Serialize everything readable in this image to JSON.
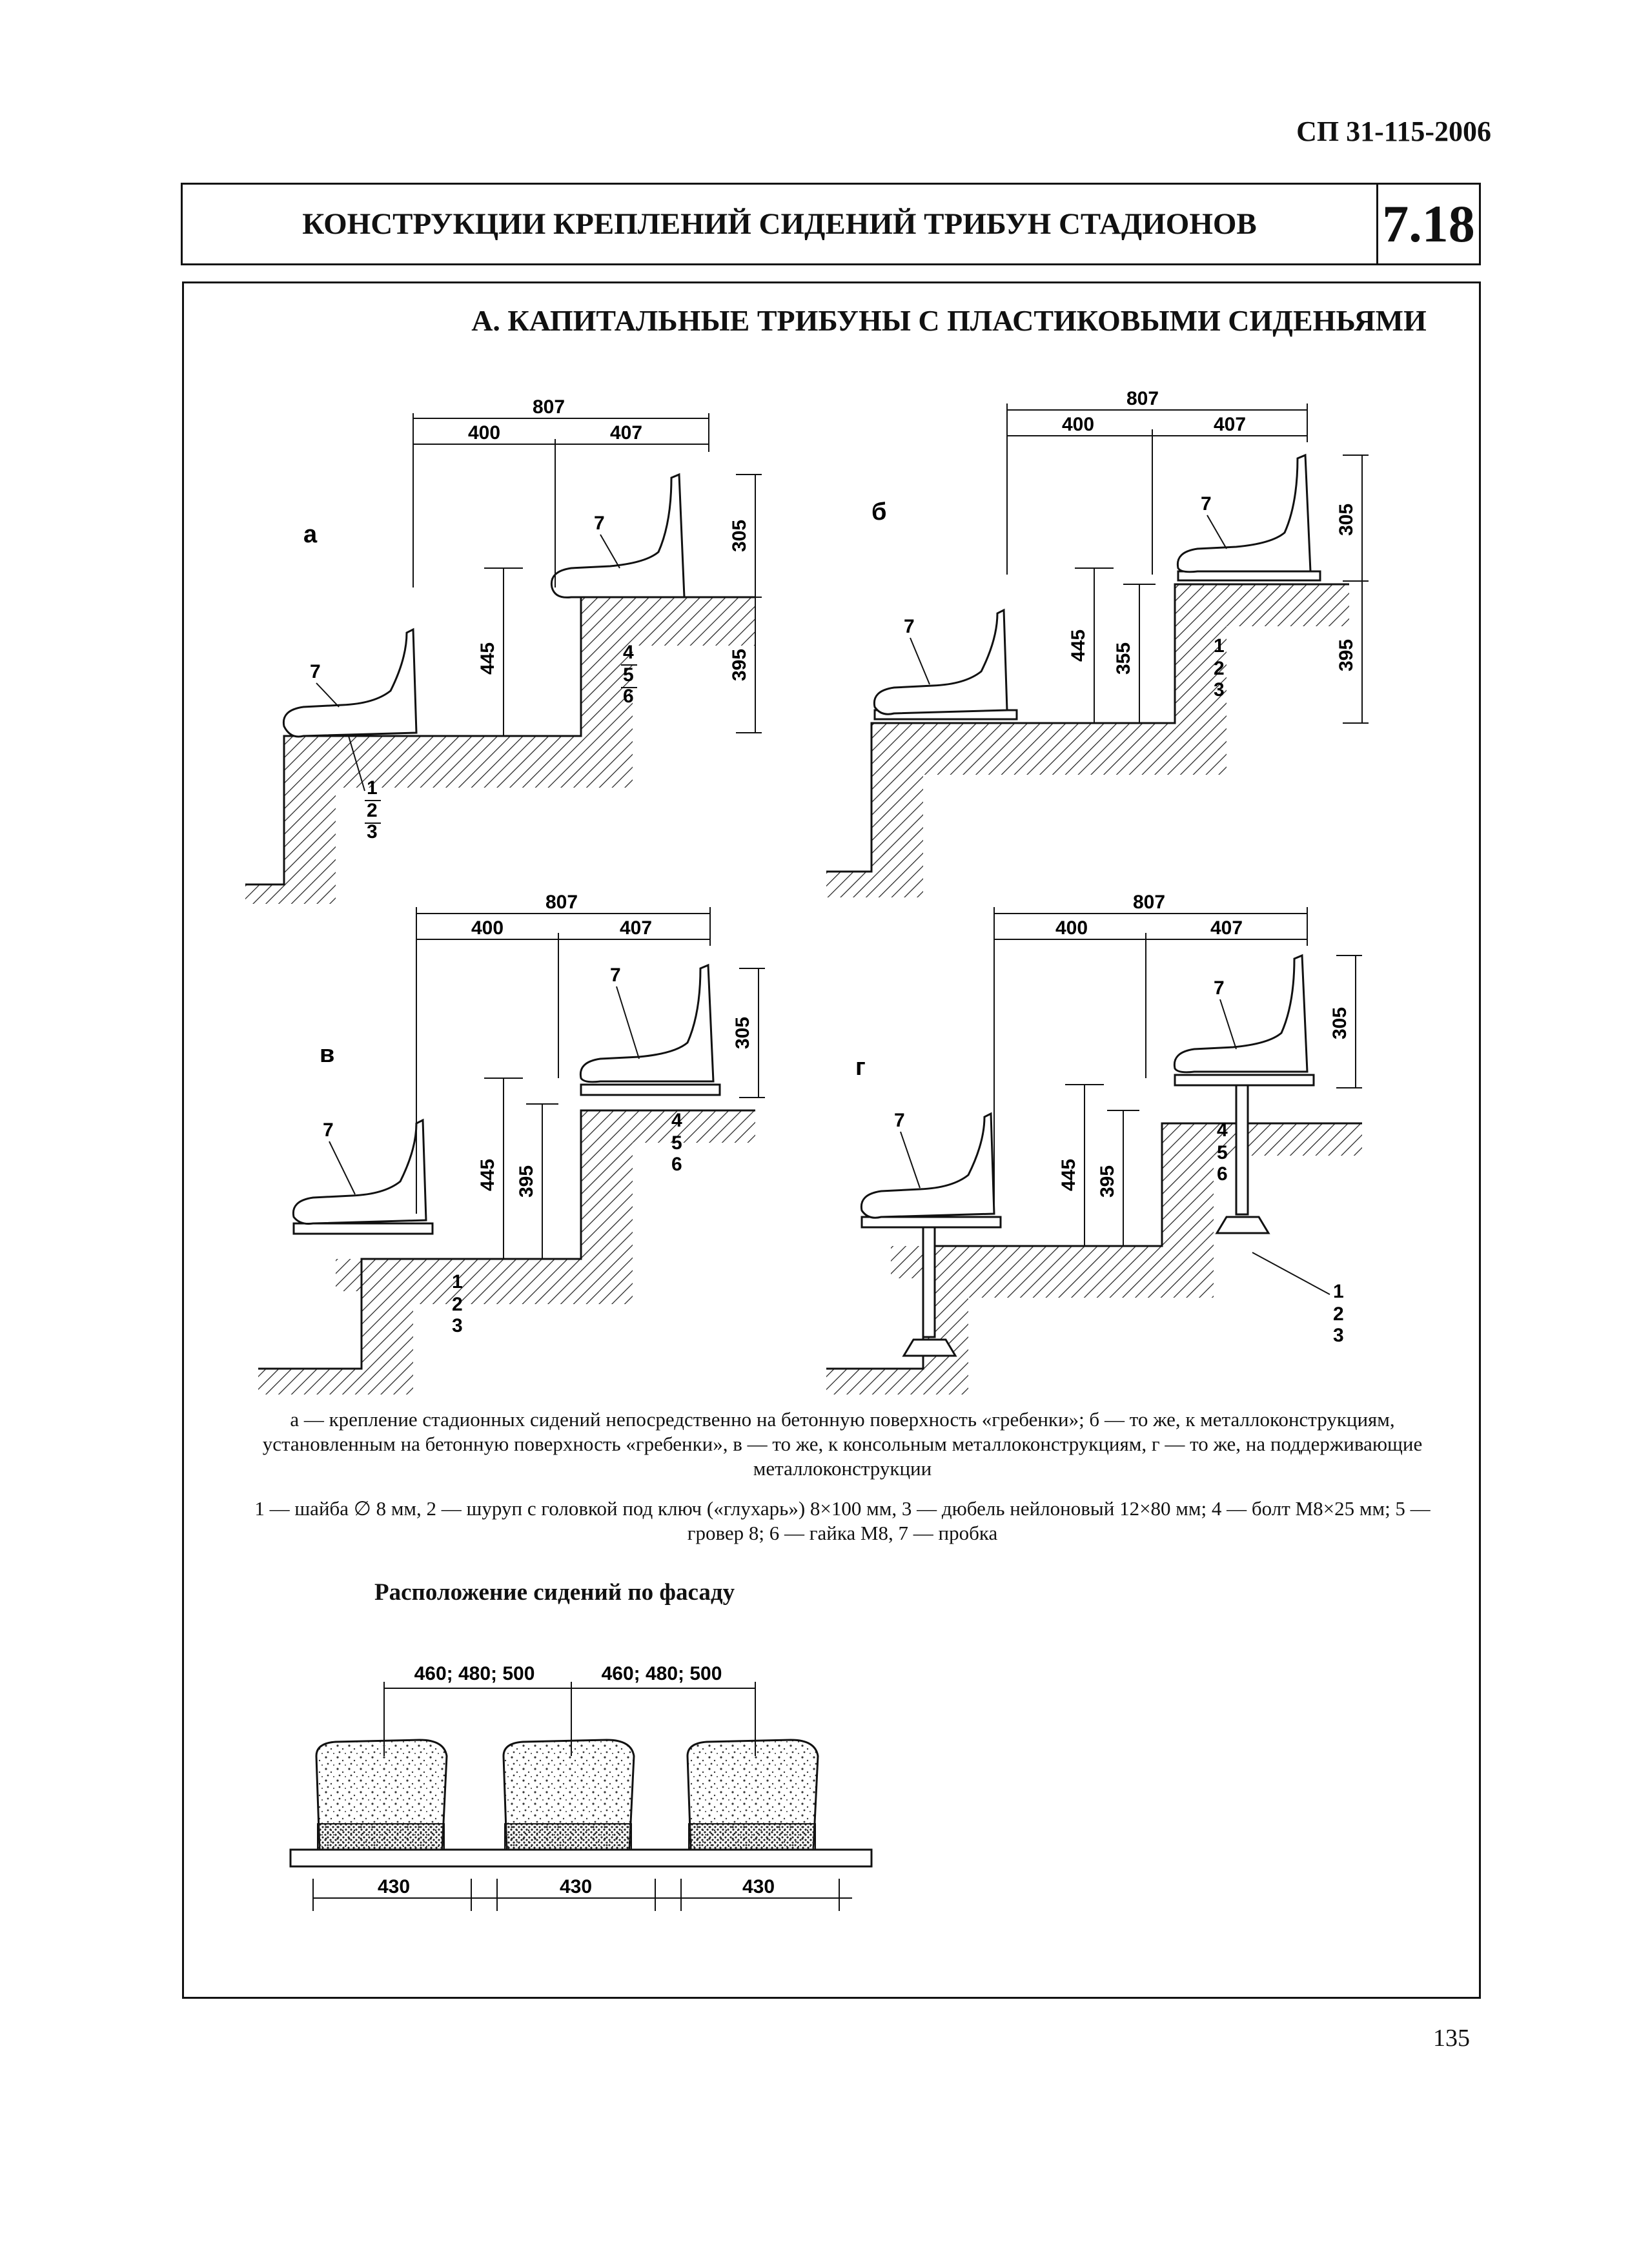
{
  "document": {
    "code": "СП 31-115-2006",
    "title": "КОНСТРУКЦИИ КРЕПЛЕНИЙ СИДЕНИЙ ТРИБУН СТАДИОНОВ",
    "sheet_number": "7.18",
    "page_number": "135"
  },
  "section": {
    "title": "А. КАПИТАЛЬНЫЕ ТРИБУНЫ С ПЛАСТИКОВЫМИ СИДЕНЬЯМИ"
  },
  "figures": [
    {
      "label": "а",
      "overall": "807",
      "left": "400",
      "right": "407",
      "back_height": "305",
      "step_height": "395",
      "seat_height": "445",
      "callouts": [
        "7",
        "7",
        "1",
        "2",
        "3",
        "4",
        "5",
        "6"
      ]
    },
    {
      "label": "б",
      "overall": "807",
      "left": "400",
      "right": "407",
      "back_height": "305",
      "step_height": "395",
      "seat_height": "445",
      "inner_height": "355",
      "callouts": [
        "7",
        "7",
        "1",
        "2",
        "3"
      ]
    },
    {
      "label": "в",
      "overall": "807",
      "left": "400",
      "right": "407",
      "back_height": "305",
      "step_height": "395",
      "seat_height": "445",
      "callouts": [
        "7",
        "7",
        "4",
        "5",
        "6",
        "1",
        "2",
        "3"
      ]
    },
    {
      "label": "г",
      "overall": "807",
      "left": "400",
      "right": "407",
      "back_height": "305",
      "step_height": "395",
      "seat_height": "445",
      "callouts": [
        "7",
        "7",
        "4",
        "5",
        "6",
        "1",
        "2",
        "3"
      ]
    }
  ],
  "captions": {
    "variants": "а — крепление стадионных сидений непосредственно на бетонную поверхность «гребенки»; б — то же, к металлоконструкциям, установленным на бетонную поверхность «гребенки», в — то же, к консольным металлоконструкциям, г — то же, на поддерживающие металлоконструкции",
    "parts": "1 — шайба ∅ 8 мм, 2 — шуруп с головкой под ключ («глухарь») 8×100 мм, 3 — дюбель нейлоновый 12×80 мм; 4 — болт М8×25 мм; 5 — гровер 8; 6 — гайка М8, 7 — пробка"
  },
  "facade": {
    "title": "Расположение сидений по фасаду",
    "spacing_labels": [
      "460; 480; 500",
      "460; 480; 500"
    ],
    "seat_widths": [
      "430",
      "430",
      "430"
    ]
  }
}
